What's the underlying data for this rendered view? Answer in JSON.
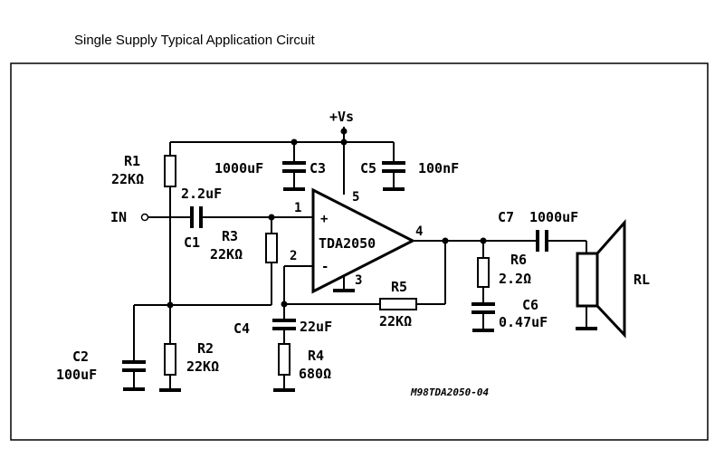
{
  "title": "Single Supply Typical Application Circuit",
  "supply": "+Vs",
  "input": "IN",
  "chip": {
    "name": "TDA2050",
    "pin1": "1",
    "pin2": "2",
    "pin3": "3",
    "pin4": "4",
    "pin5": "5",
    "plus": "+",
    "minus": "-"
  },
  "components": {
    "r1": {
      "name": "R1",
      "value": "22KΩ"
    },
    "r2": {
      "name": "R2",
      "value": "22KΩ"
    },
    "r3": {
      "name": "R3",
      "value": "22KΩ"
    },
    "r4": {
      "name": "R4",
      "value": "680Ω"
    },
    "r5": {
      "name": "R5",
      "value": "22KΩ"
    },
    "r6": {
      "name": "R6",
      "value": "2.2Ω"
    },
    "c1": {
      "name": "C1",
      "value": "2.2uF"
    },
    "c2": {
      "name": "C2",
      "value": "100uF"
    },
    "c3": {
      "name": "C3",
      "value": "1000uF"
    },
    "c4": {
      "name": "C4",
      "value": "22uF"
    },
    "c5": {
      "name": "C5",
      "value": "100nF"
    },
    "c6": {
      "name": "C6",
      "value": "0.47uF"
    },
    "c7": {
      "name": "C7",
      "value": "1000uF"
    },
    "rl": {
      "name": "RL"
    }
  },
  "reference": "M98TDA2050-04"
}
